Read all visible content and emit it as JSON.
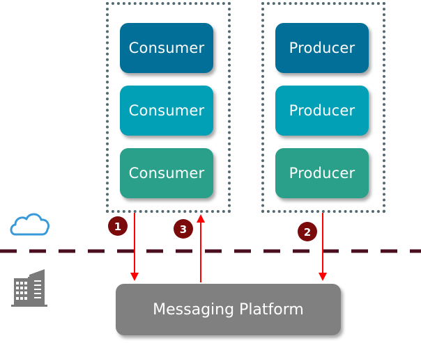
{
  "consumers": {
    "label": "Consumer",
    "items": [
      {
        "label": "Consumer",
        "color": "#016f97"
      },
      {
        "label": "Consumer",
        "color": "#01a0b6"
      },
      {
        "label": "Consumer",
        "color": "#2aa08a"
      }
    ]
  },
  "producers": {
    "label": "Producer",
    "items": [
      {
        "label": "Producer",
        "color": "#016f97"
      },
      {
        "label": "Producer",
        "color": "#01a0b6"
      },
      {
        "label": "Producer",
        "color": "#2aa08a"
      }
    ]
  },
  "platform": {
    "label": "Messaging Platform",
    "color": "#808080"
  },
  "steps": [
    {
      "number": "1",
      "from": "consumers",
      "to": "platform",
      "direction": "down"
    },
    {
      "number": "2",
      "from": "producers",
      "to": "platform",
      "direction": "down"
    },
    {
      "number": "3",
      "from": "platform",
      "to": "consumers",
      "direction": "up"
    }
  ],
  "zones": {
    "upper": {
      "icon": "cloud-icon"
    },
    "lower": {
      "icon": "building-icon"
    },
    "boundary": "dashed-divider"
  },
  "colors": {
    "arrow": "#ff0000",
    "badge": "#7b0a0a",
    "divider": "#4a0e1e",
    "group_border": "#546a72",
    "cloud": "#3a9ad9",
    "building": "#7a7a7a"
  }
}
